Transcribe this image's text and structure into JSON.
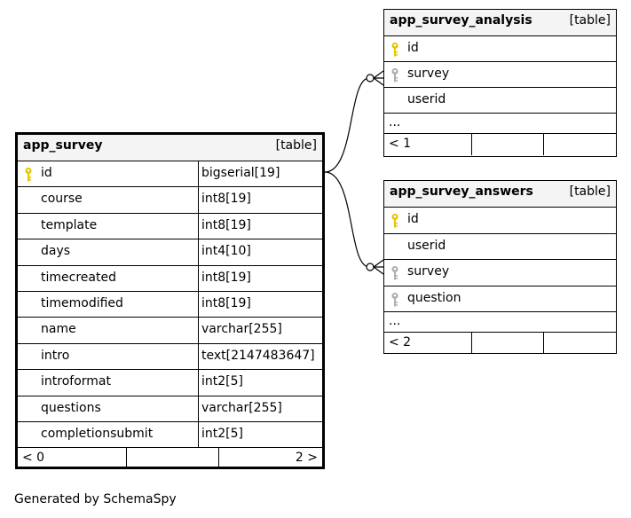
{
  "tables": {
    "app_survey": {
      "name": "app_survey",
      "type_tag": "[table]",
      "columns": [
        {
          "name": "id",
          "type": "bigserial[19]",
          "icon": "primary-key-icon"
        },
        {
          "name": "course",
          "type": "int8[19]"
        },
        {
          "name": "template",
          "type": "int8[19]"
        },
        {
          "name": "days",
          "type": "int4[10]"
        },
        {
          "name": "timecreated",
          "type": "int8[19]"
        },
        {
          "name": "timemodified",
          "type": "int8[19]"
        },
        {
          "name": "name",
          "type": "varchar[255]"
        },
        {
          "name": "intro",
          "type": "text[2147483647]"
        },
        {
          "name": "introformat",
          "type": "int2[5]"
        },
        {
          "name": "questions",
          "type": "varchar[255]"
        },
        {
          "name": "completionsubmit",
          "type": "int2[5]"
        }
      ],
      "footer": {
        "parents": "< 0",
        "children": "2 >"
      }
    },
    "app_survey_analysis": {
      "name": "app_survey_analysis",
      "type_tag": "[table]",
      "columns": [
        {
          "name": "id",
          "icon": "primary-key-icon"
        },
        {
          "name": "survey",
          "icon": "foreign-key-icon"
        },
        {
          "name": "userid"
        }
      ],
      "ellipsis": "...",
      "footer": {
        "parents": "< 1"
      }
    },
    "app_survey_answers": {
      "name": "app_survey_answers",
      "type_tag": "[table]",
      "columns": [
        {
          "name": "id",
          "icon": "primary-key-icon"
        },
        {
          "name": "userid"
        },
        {
          "name": "survey",
          "icon": "foreign-key-icon"
        },
        {
          "name": "question",
          "icon": "foreign-key-icon"
        }
      ],
      "ellipsis": "...",
      "footer": {
        "parents": "< 2"
      }
    }
  },
  "colors": {
    "primary_key": "#e6c700",
    "foreign_key": "#b0b0b0",
    "header_bg": "#f4f4f4"
  },
  "generated_by": "Generated by SchemaSpy"
}
